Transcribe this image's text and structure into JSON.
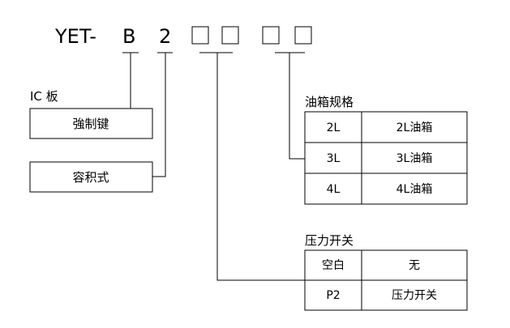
{
  "code": {
    "prefix": "YET-",
    "pos1": "B",
    "pos2": "2"
  },
  "ic_board": {
    "title": "IC 板",
    "option": "強制键"
  },
  "volume_type": {
    "option": "容积式"
  },
  "tank_spec": {
    "title": "油箱规格",
    "rows": [
      {
        "code": "2L",
        "desc": "2L油箱"
      },
      {
        "code": "3L",
        "desc": "3L油箱"
      },
      {
        "code": "4L",
        "desc": "4L油箱"
      }
    ]
  },
  "pressure_switch": {
    "title": "压力开关",
    "rows": [
      {
        "code": "空白",
        "desc": "无"
      },
      {
        "code": "P2",
        "desc": "压力开关"
      }
    ]
  }
}
